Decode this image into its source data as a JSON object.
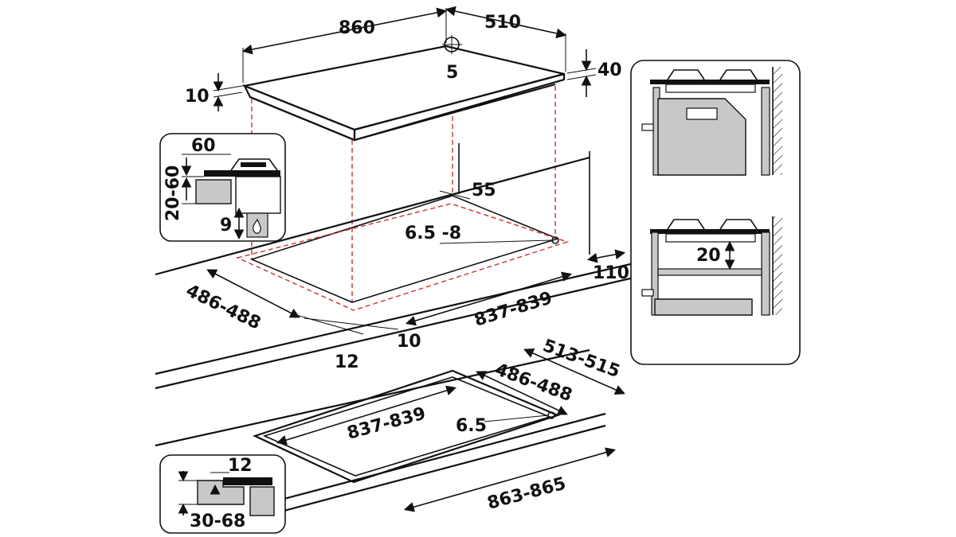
{
  "hob": {
    "width": "860",
    "depth": "510",
    "corner_gap": "5",
    "height": "40",
    "edge": "10"
  },
  "cutout_top": {
    "depth_range": "486-488",
    "width_range": "837-839",
    "rear_gap": "55",
    "corner_radius": "6.5 -8",
    "rear_clearance": "110",
    "front_edge": "12",
    "side_offset": "10"
  },
  "cutout_flush": {
    "outer_depth": "513-515",
    "inner_depth": "486-488",
    "inner_width": "837-839",
    "corner_radius": "6.5",
    "outer_width": "863-865"
  },
  "detail_burner": {
    "top": "60",
    "range": "20-60",
    "gap": "9"
  },
  "detail_flush": {
    "top": "12",
    "range": "30-68"
  },
  "detail_oven": {
    "gap": "20"
  },
  "colors": {
    "line": "#111111",
    "dash": "#cc3333",
    "fill_grey": "#c8c8c8",
    "fill_dark": "#111111"
  },
  "icons": [
    "flame-icon",
    "arrow-icon"
  ]
}
